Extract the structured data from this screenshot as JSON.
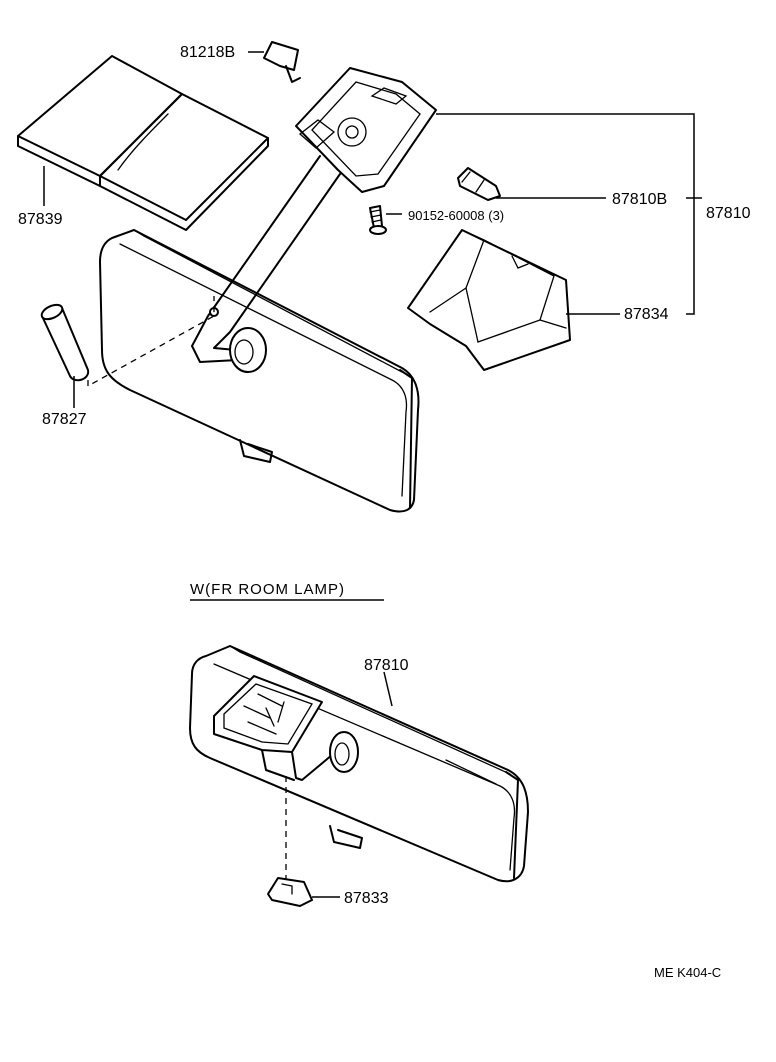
{
  "diagram": {
    "parts": {
      "p81218B": "81218B",
      "p87839": "87839",
      "p87810B": "87810B",
      "p87810_top": "87810",
      "p90152": "90152-60008 (3)",
      "p87834": "87834",
      "p87827": "87827",
      "p87810_bottom": "87810",
      "p87833": "87833"
    },
    "section_heading": "W(FR  ROOM  LAMP)",
    "figure_code": "ME  K404-C"
  }
}
